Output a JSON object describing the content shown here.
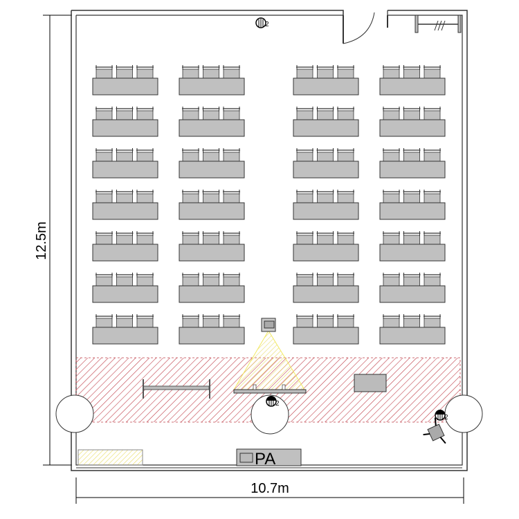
{
  "dimensions": {
    "height_label": "12.5m",
    "width_label": "10.7m"
  },
  "seating": {
    "columns": 4,
    "rows": 7,
    "chairs_per_desk": 3
  },
  "stage": {
    "pa_label": "PA"
  },
  "microphones": [
    {
      "count_label": "2"
    },
    {
      "count_label": "2"
    },
    {
      "count_label": "2"
    }
  ],
  "colors": {
    "desk": "#c0c0c0",
    "stage_hatch": "#c0404a",
    "projection": "#f2e85a",
    "wall": "#333333"
  }
}
